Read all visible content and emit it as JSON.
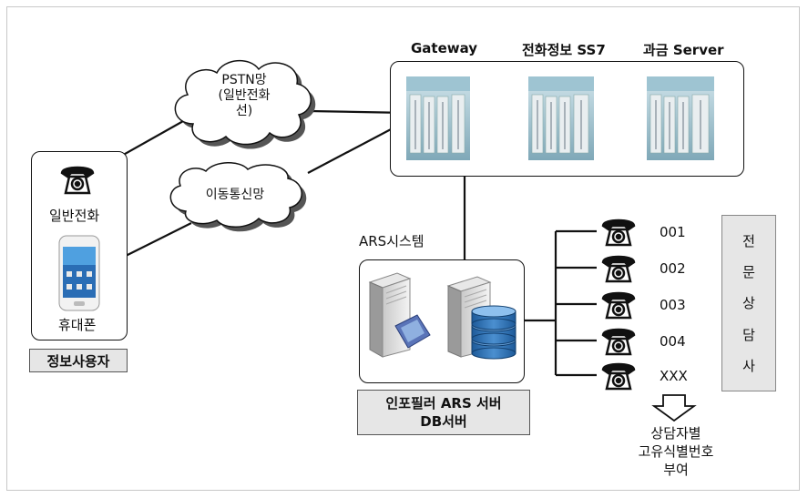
{
  "diagram": {
    "servers": {
      "gateway": "Gateway",
      "ss7": "전화정보 SS7",
      "billing": "과금 Server"
    },
    "clouds": {
      "pstn": "PSTN망\n(일반전화\n선)",
      "mobile": "이동통신망"
    },
    "user_devices": {
      "landline": "일반전화",
      "mobile": "휴대폰",
      "group": "정보사용자"
    },
    "ars": {
      "title": "ARS시스템",
      "server_label": "인포필러 ARS 서버\nDB서버"
    },
    "agents": [
      "001",
      "002",
      "003",
      "004",
      "XXX"
    ],
    "expert_panel": [
      "전",
      "문",
      "상",
      "담",
      "사"
    ],
    "footnote": "상담자별\n고유식별번호\n부여"
  }
}
